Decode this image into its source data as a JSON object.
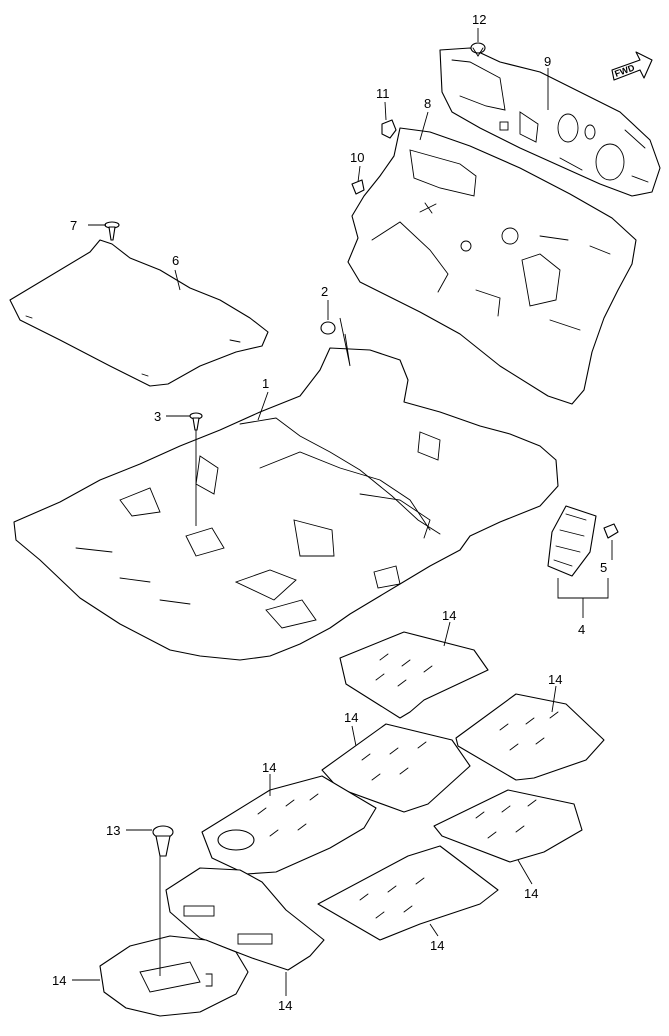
{
  "direction_badge": {
    "label": "FWD"
  },
  "callouts": {
    "c1": "1",
    "c2": "2",
    "c3": "3",
    "c4": "4",
    "c5": "5",
    "c6": "6",
    "c7": "7",
    "c8": "8",
    "c9": "9",
    "c10": "10",
    "c11": "11",
    "c12": "12",
    "c13": "13",
    "c14a": "14",
    "c14b": "14",
    "c14c": "14",
    "c14d": "14",
    "c14e": "14",
    "c14f": "14",
    "c14g": "14",
    "c14h": "14"
  }
}
